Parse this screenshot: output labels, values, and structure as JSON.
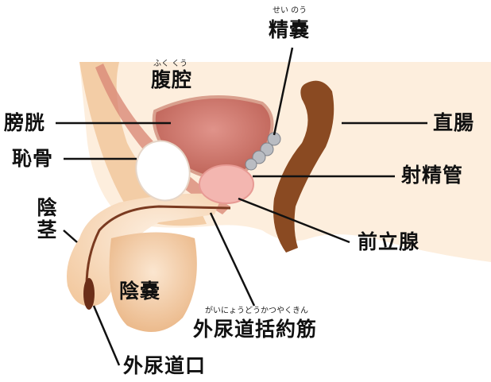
{
  "labels": {
    "seminal_vesicle": {
      "text": "精嚢",
      "furigana": "せい のう"
    },
    "abdominal_cavity": {
      "text": "腹腔",
      "furigana": "ふく くう"
    },
    "bladder": {
      "text": "膀胱"
    },
    "rectum": {
      "text": "直腸"
    },
    "pubic_bone": {
      "text": "恥骨"
    },
    "ejaculatory_duct": {
      "text": "射精管"
    },
    "penis": {
      "text": "陰茎"
    },
    "prostate": {
      "text": "前立腺"
    },
    "scrotum": {
      "text": "陰嚢"
    },
    "external_urethral_sphincter": {
      "text": "外尿道括約筋",
      "furigana": "がいにょうどうかつやくきん"
    },
    "external_urethral_orifice": {
      "text": "外尿道口"
    }
  },
  "colors": {
    "skin": "#fbe3c8",
    "skin_dark": "#f0c49a",
    "rectum": "#8a4a22",
    "bladder": "#c8675c",
    "prostate": "#f2b4b0",
    "bone": "#ffffff"
  }
}
